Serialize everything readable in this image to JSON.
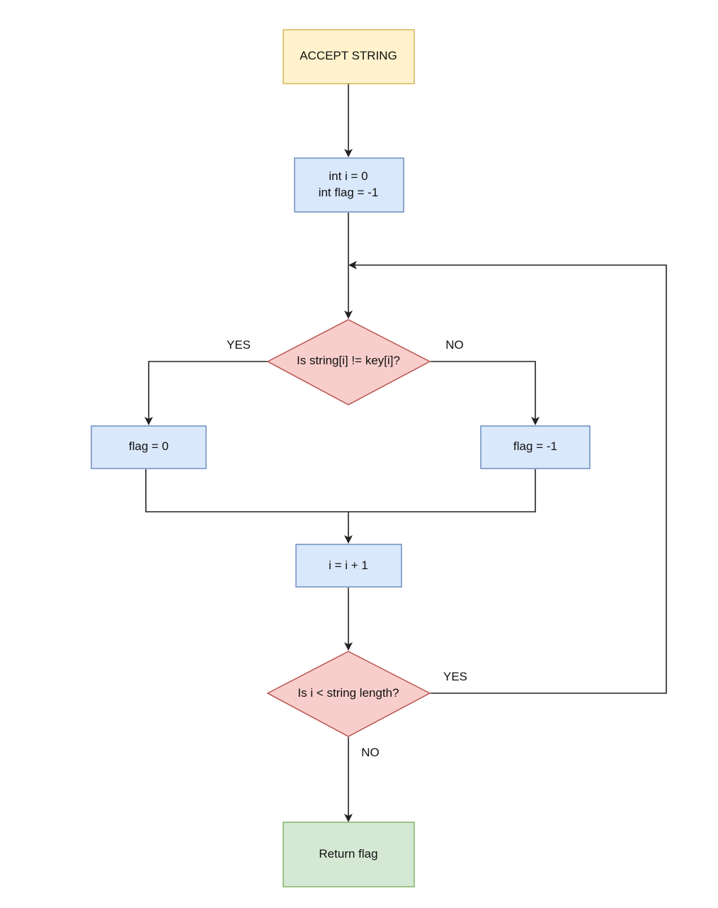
{
  "nodes": {
    "accept": {
      "label": "ACCEPT STRING",
      "fill": "#fff2cc",
      "stroke": "#d6b656"
    },
    "init": {
      "line1": "int i = 0",
      "line2": "int flag = -1",
      "fill": "#dae8fc",
      "stroke": "#6c8ebf"
    },
    "decision1": {
      "label": "Is string[i] != key[i]?",
      "fill": "#f8cecc",
      "stroke": "#b85450"
    },
    "flag_zero": {
      "label": "flag = 0",
      "fill": "#dae8fc",
      "stroke": "#6c8ebf"
    },
    "flag_neg": {
      "label": "flag = -1",
      "fill": "#dae8fc",
      "stroke": "#6c8ebf"
    },
    "increment": {
      "label": "i = i + 1",
      "fill": "#dae8fc",
      "stroke": "#6c8ebf"
    },
    "decision2": {
      "label": "Is i < string length?",
      "fill": "#f8cecc",
      "stroke": "#b85450"
    },
    "return": {
      "label": "Return flag",
      "fill": "#d5e8d4",
      "stroke": "#82b366"
    }
  },
  "edge_labels": {
    "d1_yes": "YES",
    "d1_no": "NO",
    "d2_yes": "YES",
    "d2_no": "NO"
  }
}
